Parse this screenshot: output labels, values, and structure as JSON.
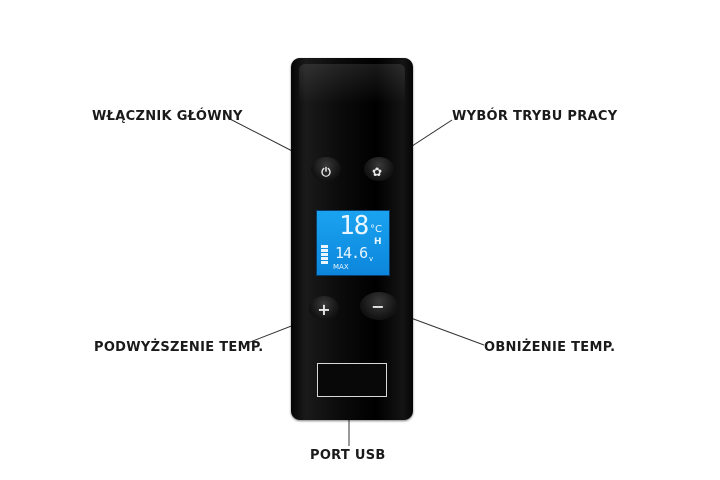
{
  "labels": {
    "main_switch": "WŁĄCZNIK GŁÓWNY",
    "mode_select": "WYBÓR TRYBU PRACY",
    "temp_up": "PODWYŻSZENIE TEMP.",
    "temp_down": "OBNIŻENIE TEMP.",
    "usb_port": "PORT USB"
  },
  "display": {
    "temperature": "18",
    "temp_unit": "°C",
    "voltage": "14.6",
    "voltage_unit": "v",
    "mode_flag": "H",
    "level_text": "MAX"
  },
  "icons": {
    "power": "⏻",
    "mode": "✿",
    "plus": "+",
    "minus": "−"
  },
  "colors": {
    "lcd": "#0c86dc",
    "panel": "#000000"
  }
}
